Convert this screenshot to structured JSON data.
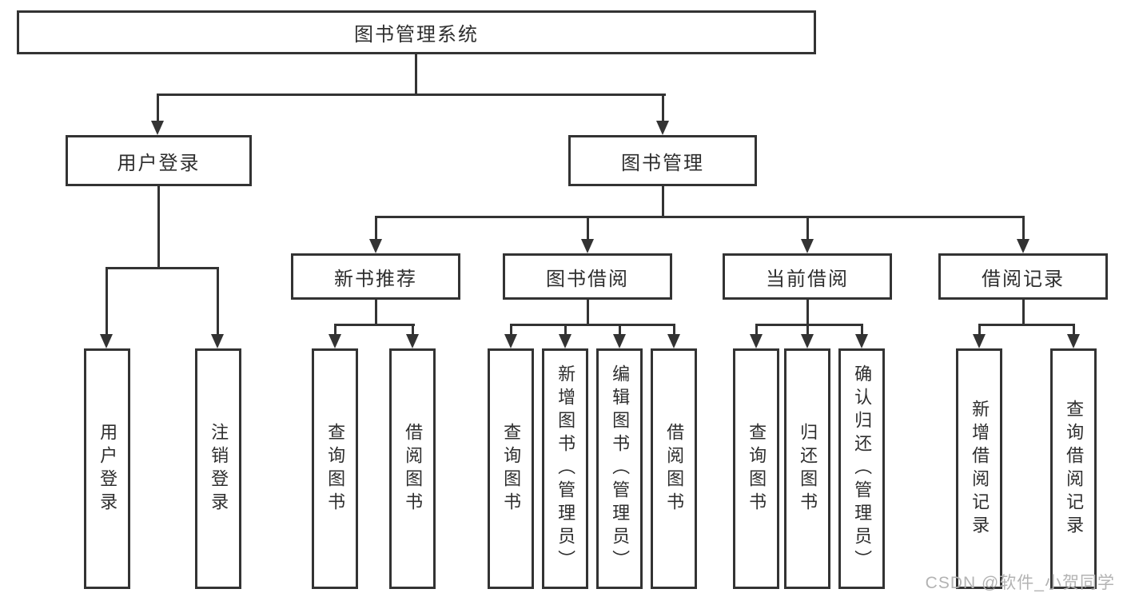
{
  "hierarchy": {
    "root": "图书管理系统",
    "children": [
      {
        "label": "用户登录",
        "children": [
          "用户登录",
          "注销登录"
        ]
      },
      {
        "label": "图书管理",
        "children": [
          {
            "label": "新书推荐",
            "children": [
              "查询图书",
              "借阅图书"
            ]
          },
          {
            "label": "图书借阅",
            "children": [
              "查询图书",
              "新增图书（管理员）",
              "编辑图书（管理员）",
              "借阅图书"
            ]
          },
          {
            "label": "当前借阅",
            "children": [
              "查询图书",
              "归还图书",
              "确认归还（管理员）"
            ]
          },
          {
            "label": "借阅记录",
            "children": [
              "新增借阅记录",
              "查询借阅记录"
            ]
          }
        ]
      }
    ]
  },
  "watermark": "CSDN @软件_小贺同学",
  "colors": {
    "line": "#333333",
    "box_border": "#333333",
    "text": "#2e2e2e",
    "watermark": "#b3b3b3",
    "background": "#ffffff"
  }
}
